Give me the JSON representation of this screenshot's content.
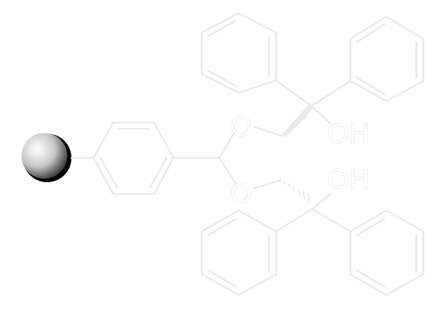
{
  "molecule": {
    "atoms": {
      "o_upper": "O",
      "oh_upper": "OH",
      "o_lower": "O",
      "oh_lower": "OH"
    },
    "support": {
      "icon": "resin-bead-icon",
      "colors": {
        "highlight": "#ffffff",
        "mid": "#bdbdbd",
        "shadow": "#2b2b2b",
        "rim": "#000000"
      }
    },
    "bond_color": "#e9e9e9"
  }
}
